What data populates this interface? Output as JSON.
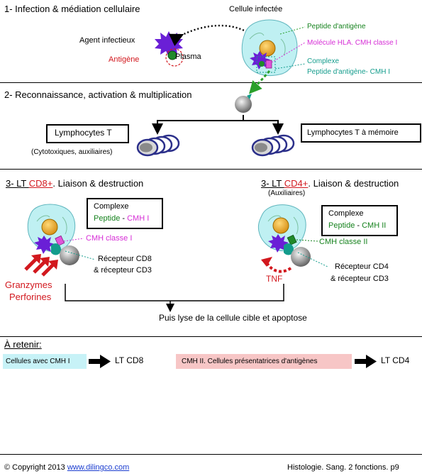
{
  "sections": {
    "s1_title": "1- Infection & médiation cellulaire",
    "s2_title": "2- Reconnaissance, activation & multiplication",
    "s3_left": {
      "prefix": "3- LT ",
      "cd": "CD8+",
      "suffix": ". Liaison & destruction"
    },
    "s3_right": {
      "prefix": "3- LT ",
      "cd": "CD4+",
      "suffix": ". Liaison & destruction",
      "sub": "(Auxiliaires)"
    },
    "retain_title": "À retenir:"
  },
  "s1": {
    "infected_cell": "Cellule infectée",
    "agent": "Agent infectieux",
    "antigen": "Antigène",
    "plasma": "Plasma",
    "peptide": "Peptide d'antigène",
    "hla": "Molécule HLA. CMH classe I",
    "complexe": "Complexe",
    "complexe_sub": "Peptide d'antigène- CMH I"
  },
  "s2": {
    "lt_title": "Lymphocytes T",
    "lt_sub": "(Cytotoxiques, auxiliaires)",
    "memory": "Lymphocytes T à mémoire"
  },
  "s3": {
    "left_box": {
      "line1": "Complexe",
      "peptide": "Peptide",
      "dash": " - ",
      "cmh": "CMH I"
    },
    "right_box": {
      "line1": "Complexe",
      "peptide": "Peptide",
      "dash": " - ",
      "cmh": "CMH II"
    },
    "cmh1": "CMH classe I",
    "cmh2": "CMH classe II",
    "rec_cd8_1": "Récepteur CD8",
    "rec_cd8_2": "& récepteur  CD3",
    "rec_cd4_1": "Récepteur CD4",
    "rec_cd4_2": "& récepteur  CD3",
    "granzymes": "Granzymes",
    "perforines": "Perforines",
    "tnf": "TNF",
    "lysis": "Puis lyse de la cellule cible et apoptose"
  },
  "retain": {
    "left_label": "Cellules avec CMH I",
    "left_target": "LT CD8",
    "right_label": "CMH II. Cellules présentatrices d'antigènes",
    "right_target": "LT CD4"
  },
  "footer": {
    "copyright": "© Copyright 2013 ",
    "link": "www.dilingco.com",
    "right": "Histologie. Sang. 2 fonctions.  p9"
  },
  "colors": {
    "red": "#d2181e",
    "green": "#15821d",
    "magenta": "#d62ed6",
    "teal": "#139c8c",
    "purple": "#6a1fd6",
    "cell": "#bff0f2",
    "nucleus": "#f0b02a",
    "lymph_ring": "#2b2f8a",
    "retain_left_bg": "#c7f2f7",
    "retain_right_bg": "#f7c6c6"
  }
}
